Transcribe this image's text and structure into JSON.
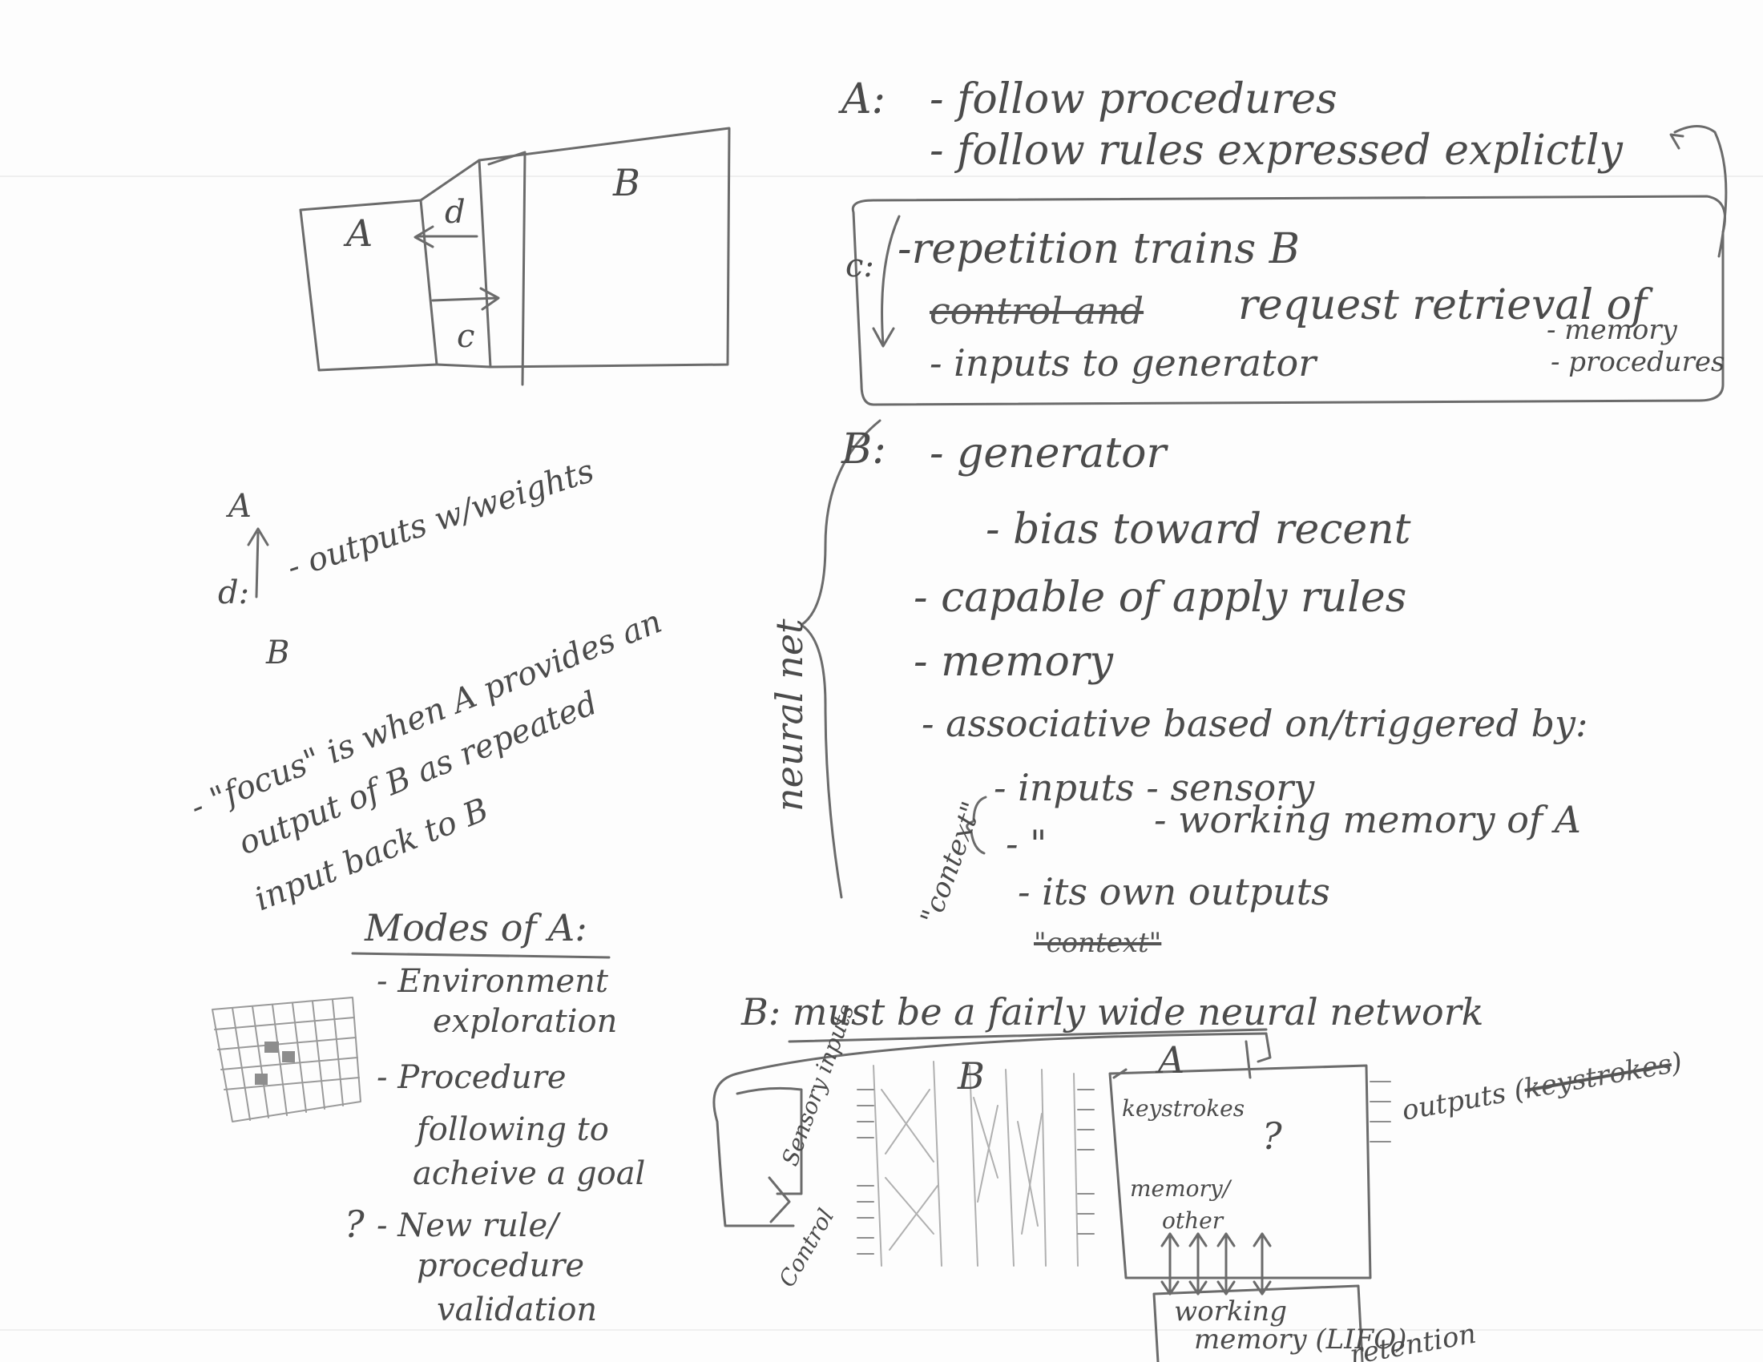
{
  "top_left_diagram": {
    "box_a": "A",
    "box_b": "B",
    "arrow_d": "d",
    "arrow_c": "c"
  },
  "d_note": {
    "top": "A",
    "label": "d:",
    "bottom": "B",
    "text": "- outputs w/weights"
  },
  "focus_note": {
    "line1": "- \"focus\" is when A provides an",
    "line2": "output of B as repeated",
    "line3": "input back to B"
  },
  "section_a": {
    "label": "A:",
    "item1": "- follow procedures",
    "item2": "- follow rules expressed explictly"
  },
  "section_c": {
    "label": "c:",
    "item1": "-repetition trains B",
    "item2_struck": "control and",
    "item2": "request retrieval of",
    "item3": "- inputs to generator",
    "sub1": "- memory",
    "sub2": "- procedures"
  },
  "section_b": {
    "label": "B:",
    "neural_net": "neural net",
    "item1": "- generator",
    "item1a": "- bias toward recent",
    "item2": "- capable of apply rules",
    "item3": "- memory",
    "item4": "- associative based on/triggered by:",
    "context": "\"context\"",
    "sub1": "- inputs - sensory",
    "sub2a": "- \"",
    "sub2b": "- working memory of A",
    "sub3": "- its own outputs",
    "struck": "\"context\""
  },
  "modes": {
    "title": "Modes of A:",
    "m1a": "- Environment",
    "m1b": "exploration",
    "m2a": "- Procedure",
    "m2b": "following to",
    "m2c": "acheive a goal",
    "m3q": "?",
    "m3a": "- New rule/",
    "m3b": "procedure",
    "m3c": "validation"
  },
  "network": {
    "title": "B: must be a fairly wide neural network",
    "label_b": "B",
    "label_a": "A",
    "sensory": "Sensory inputs",
    "control": "Control",
    "keystrokes": "keystrokes",
    "question": "?",
    "memory_other_1": "memory/",
    "memory_other_2": "other",
    "outputs_prefix": "outputs (",
    "outputs_struck": "keystrokes",
    "outputs_suffix": ")",
    "wm1": "working",
    "wm2": "memory (LIFO)",
    "retention": "retention"
  }
}
